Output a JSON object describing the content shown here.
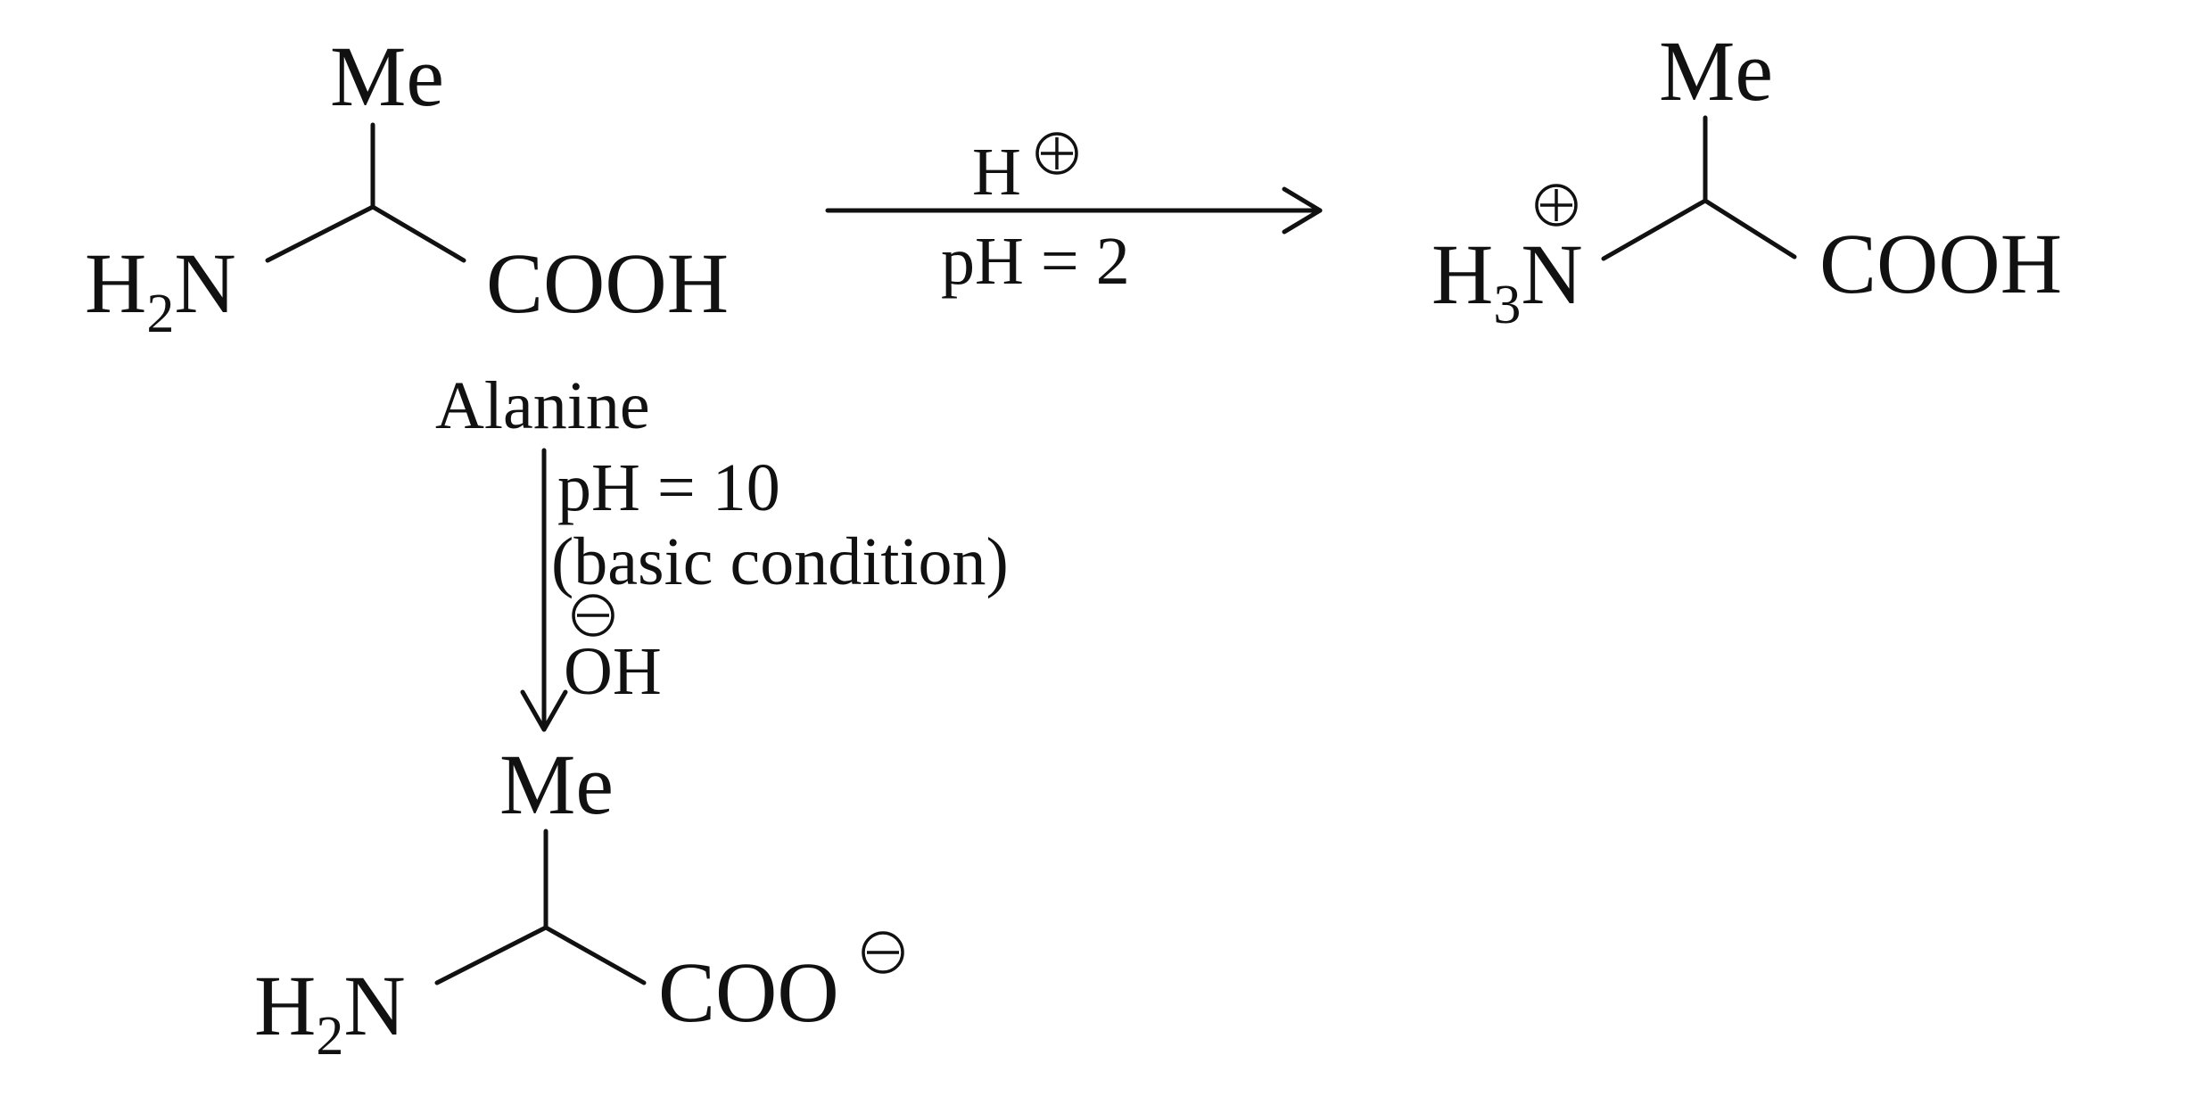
{
  "reactant": {
    "top_group": "Me",
    "left_group": "H",
    "left_group_sub": "2",
    "left_group_atom": "N",
    "right_group": "COOH",
    "name": "Alanine"
  },
  "acid_reaction": {
    "reagent": "H",
    "condition": "pH = 2",
    "product": {
      "top_group": "Me",
      "left_group": "H",
      "left_group_sub": "3",
      "left_group_atom": "N",
      "right_group": "COOH"
    }
  },
  "base_reaction": {
    "condition": "pH = 10",
    "condition_note": "(basic condition)",
    "reagent": "OH",
    "product": {
      "top_group": "Me",
      "left_group": "H",
      "left_group_sub": "2",
      "left_group_atom": "N",
      "right_group": "COO"
    }
  }
}
